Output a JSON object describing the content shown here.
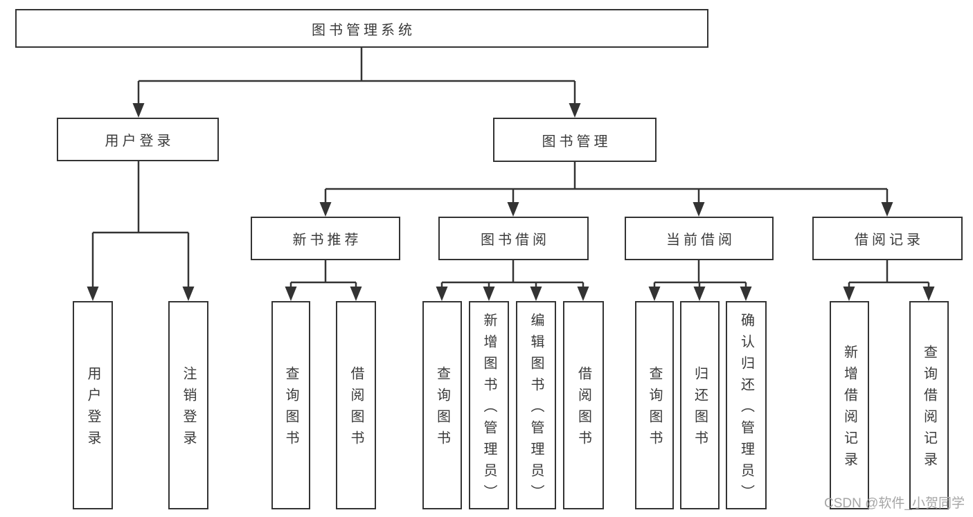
{
  "diagram": {
    "title": "图书管理系统",
    "root": {
      "label": "图书管理系统"
    },
    "branches": [
      {
        "label": "用户登录",
        "children": [
          {
            "label": "用户登录"
          },
          {
            "label": "注销登录"
          }
        ]
      },
      {
        "label": "图书管理",
        "children": [
          {
            "label": "新书推荐",
            "children": [
              {
                "label": "查询图书"
              },
              {
                "label": "借阅图书"
              }
            ]
          },
          {
            "label": "图书借阅",
            "children": [
              {
                "label": "查询图书"
              },
              {
                "label": "新增图书（管理员）"
              },
              {
                "label": "编辑图书（管理员）"
              },
              {
                "label": "借阅图书"
              }
            ]
          },
          {
            "label": "当前借阅",
            "children": [
              {
                "label": "查询图书"
              },
              {
                "label": "归还图书"
              },
              {
                "label": "确认归还（管理员）"
              }
            ]
          },
          {
            "label": "借阅记录",
            "children": [
              {
                "label": "新增借阅记录"
              },
              {
                "label": "查询借阅记录"
              }
            ]
          }
        ]
      }
    ]
  },
  "watermark": {
    "text": "CSDN @软件_小贺同学"
  },
  "colors": {
    "line": "#333333",
    "box_border": "#333333",
    "text": "#3a3a3a",
    "watermark": "#a6a6a6",
    "background": "#ffffff"
  }
}
